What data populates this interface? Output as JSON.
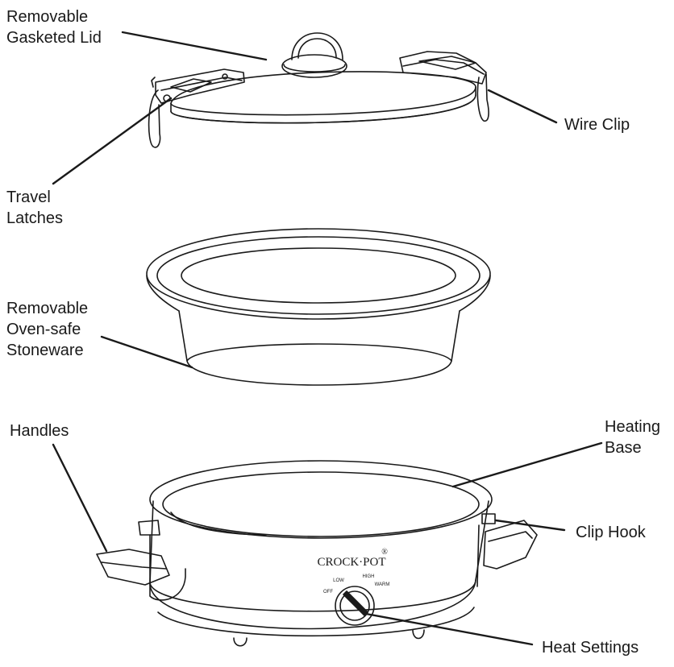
{
  "labels": {
    "lid": [
      "Removable",
      "Gasketed Lid"
    ],
    "wire_clip": "Wire Clip",
    "travel_latches": [
      "Travel",
      "Latches"
    ],
    "stoneware": [
      "Removable",
      "Oven-safe",
      "Stoneware"
    ],
    "handles": "Handles",
    "heating_base": [
      "Heating",
      "Base"
    ],
    "clip_hook": "Clip Hook",
    "heat_settings": "Heat Settings"
  },
  "brand": "CROCK·POT",
  "registered_mark": "®",
  "dial": {
    "low": "LOW",
    "high": "HIGH",
    "off": "OFF",
    "warm": "WARM"
  },
  "colors": {
    "line": "#1a1a1a",
    "background": "#ffffff"
  }
}
